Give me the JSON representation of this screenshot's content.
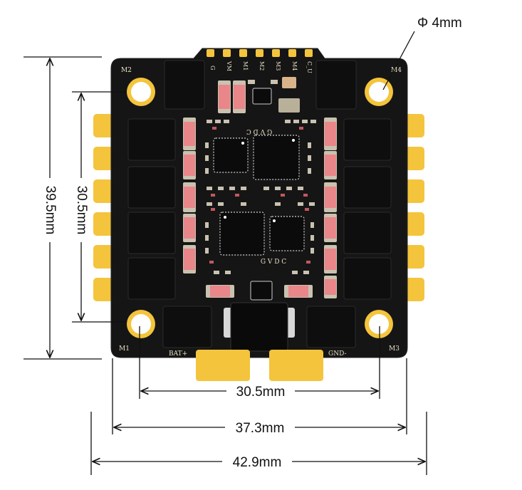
{
  "dimensions": {
    "hole_diameter": "Φ 4mm",
    "board_height": "39.5mm",
    "mount_height": "30.5mm",
    "mount_width": "30.5mm",
    "board_width": "37.3mm",
    "overall_width": "42.9mm"
  },
  "silkscreen": {
    "m1": "M1",
    "m2": "M2",
    "m3": "M3",
    "m4": "M4",
    "bat_plus": "BAT+",
    "gnd_minus": "GND-",
    "top_pads": [
      "G",
      "VM",
      "M1",
      "M2",
      "M3",
      "M4",
      "C_U"
    ],
    "gvdc_top": "G V D C",
    "gvdc_bottom": "G V D C"
  },
  "colors": {
    "pcb": "#161515",
    "gold": "#f4c43c",
    "resistor": "#e8868a",
    "chip": "#0c0c0c"
  }
}
